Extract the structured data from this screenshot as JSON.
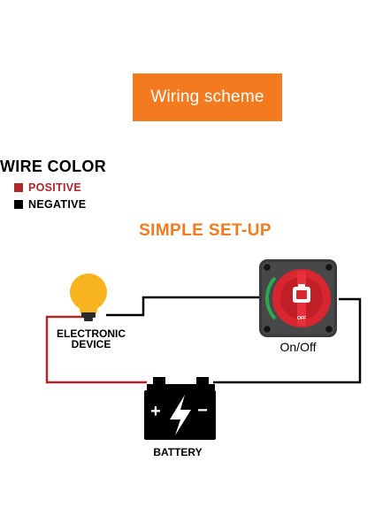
{
  "title": "Wiring scheme",
  "legend": {
    "title": "WIRE COLOR",
    "items": [
      {
        "label": "POSITIVE",
        "color": "#b0262b"
      },
      {
        "label": "NEGATIVE",
        "color": "#000000"
      }
    ]
  },
  "setup_title": "SIMPLE SET-UP",
  "components": {
    "device_label_line1": "ELECTRONIC",
    "device_label_line2": "DEVICE",
    "switch_label": "On/Off",
    "battery_label": "BATTERY",
    "battery_plus": "+",
    "battery_minus": "−",
    "switch_mark": "OFF"
  },
  "colors": {
    "accent": "#f47a20",
    "positive_wire": "#b0262b",
    "negative_wire": "#000000",
    "bulb": "#f8b41e",
    "switch_knob": "#d7262f",
    "switch_body": "#3b3b3d"
  }
}
